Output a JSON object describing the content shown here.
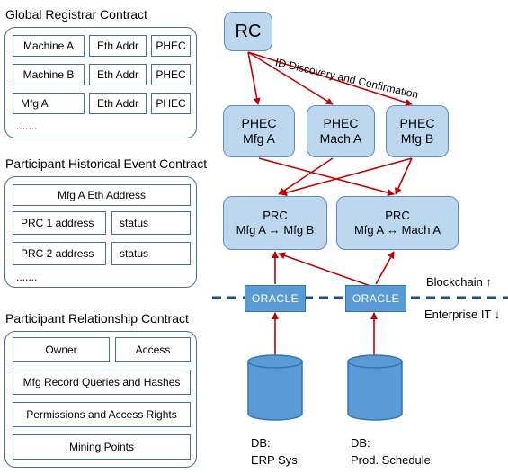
{
  "left": {
    "registrar": {
      "title": "Global Registrar Contract",
      "rows": [
        [
          "Machine A",
          "Eth Addr",
          "PHEC"
        ],
        [
          "Machine B",
          "Eth Addr",
          "PHEC"
        ],
        [
          "Mfg A",
          "Eth Addr",
          "PHEC"
        ]
      ],
      "more": "......."
    },
    "historical": {
      "title": "Participant Historical Event Contract",
      "header": "Mfg A Eth Address",
      "rows": [
        [
          "PRC 1 address",
          "status"
        ],
        [
          "PRC 2 address",
          "status"
        ]
      ],
      "more": "......."
    },
    "relationship": {
      "title": "Participant Relationship Contract",
      "owner": "Owner",
      "access": "Access",
      "rows": [
        "Mfg Record Queries and Hashes",
        "Permissions and Access Rights",
        "Mining Points"
      ]
    }
  },
  "right": {
    "rc": "RC",
    "id_discovery": "ID Discovery and Confirmation",
    "phec": [
      {
        "line1": "PHEC",
        "line2": "Mfg A"
      },
      {
        "line1": "PHEC",
        "line2": "Mach A"
      },
      {
        "line1": "PHEC",
        "line2": "Mfg B"
      }
    ],
    "prc": [
      {
        "line1": "PRC",
        "line2": "Mfg A ↔ Mfg B"
      },
      {
        "line1": "PRC",
        "line2": "Mfg A ↔ Mach A"
      }
    ],
    "oracles": [
      "ORACLE",
      "ORACLE"
    ],
    "blockchain": "Blockchain ↑",
    "enterprise": "Enterprise IT ↓",
    "dbs": [
      {
        "line1": "DB:",
        "line2": "ERP Sys"
      },
      {
        "line1": "DB:",
        "line2": "Prod. Schedule"
      }
    ]
  },
  "colors": {
    "node_fill": "#bdd7ee",
    "oracle_fill": "#5b9bd5",
    "arrow": "#c00000",
    "panel_border": "#41719c"
  }
}
